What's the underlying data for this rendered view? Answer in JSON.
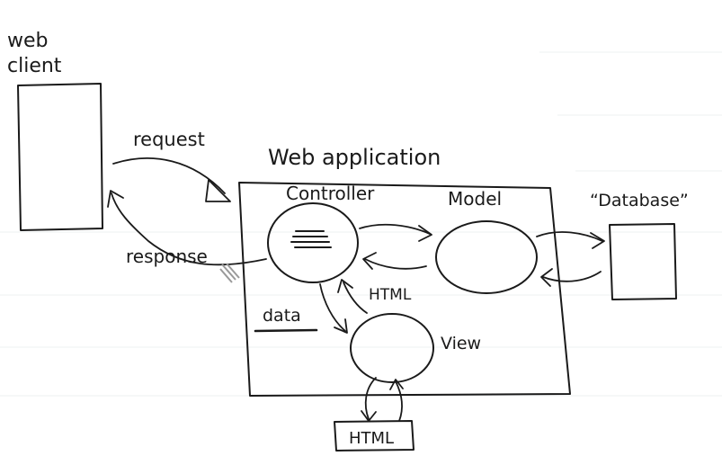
{
  "labels": {
    "web_client": [
      "web",
      "client"
    ],
    "request": "request",
    "response": "response",
    "web_application": "Web application",
    "controller": "Controller",
    "model": "Model",
    "database": "“Database”",
    "html_inner": "HTML",
    "data": "data",
    "view": "View",
    "html_output": "HTML"
  },
  "colors": {
    "ink": "#1a1a1a",
    "guide_lines": "#eef0f2"
  }
}
